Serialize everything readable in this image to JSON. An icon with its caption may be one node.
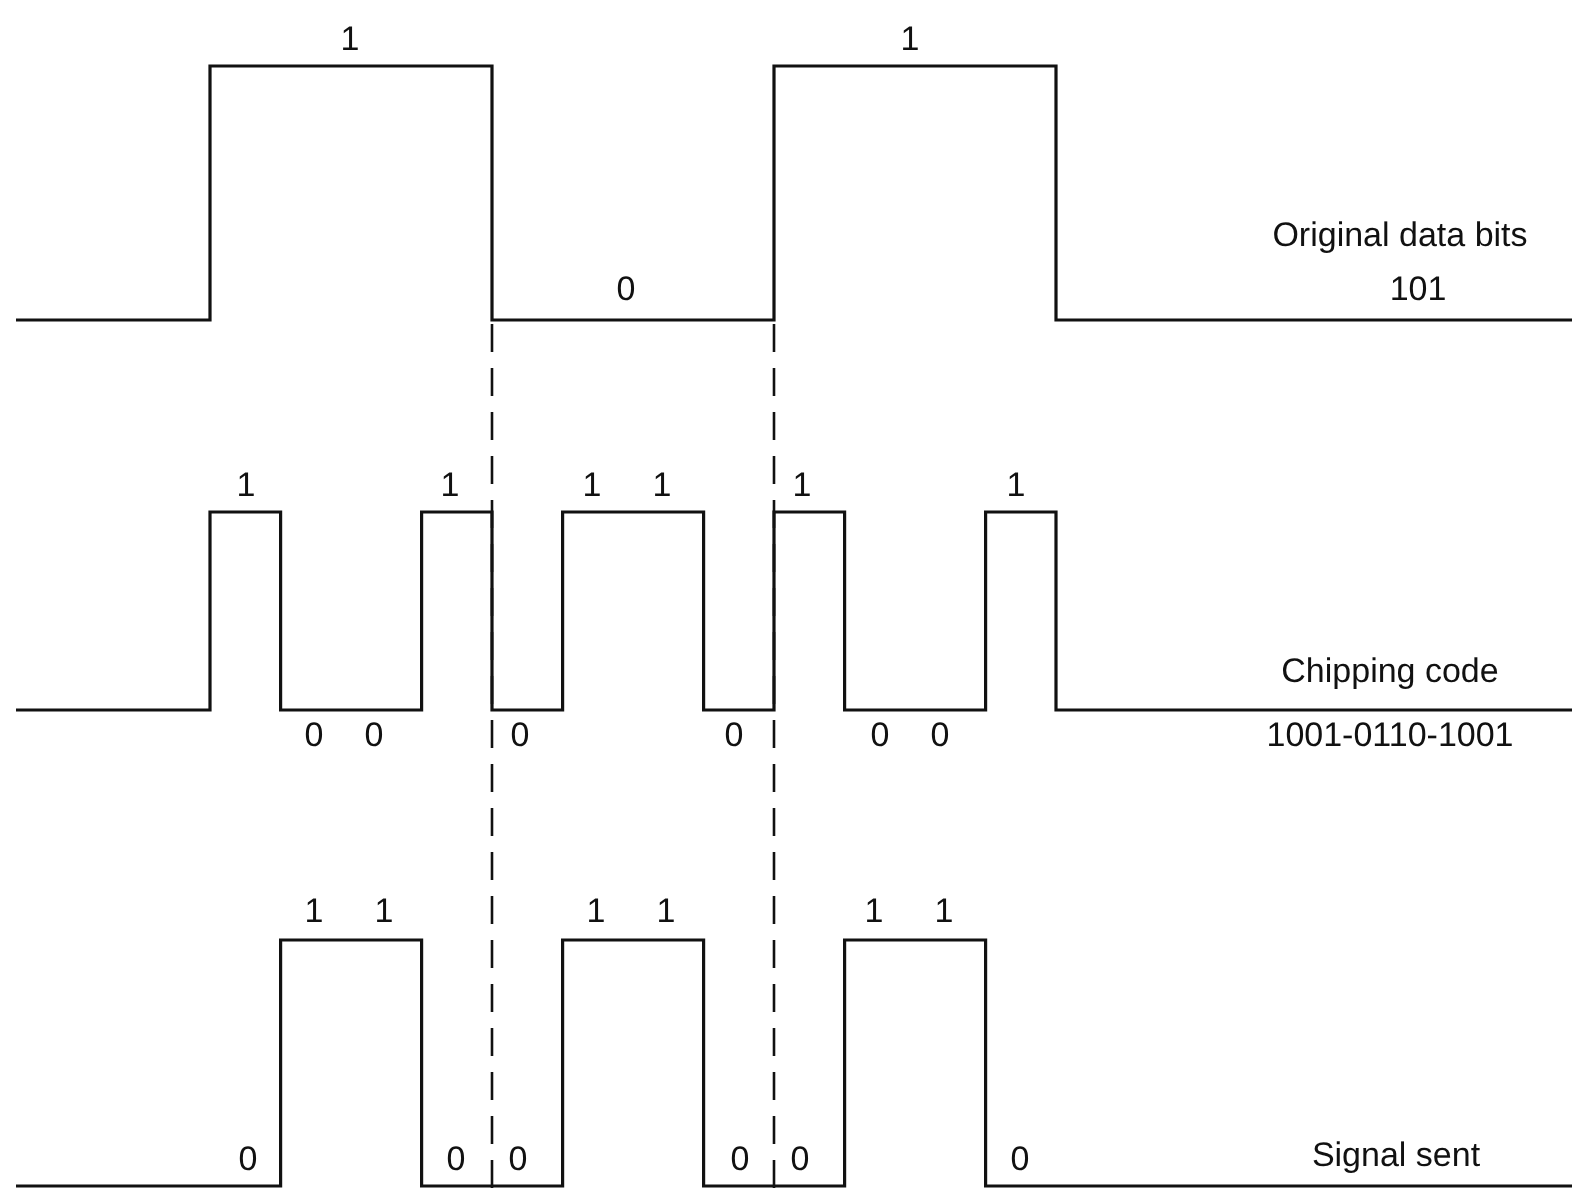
{
  "diagram": {
    "labels": [
      "1",
      "1",
      "Original data bits",
      "0",
      "101",
      "1",
      "1",
      "1",
      "1",
      "1",
      "1",
      "Chipping code",
      "0",
      "0",
      "0",
      "0",
      "0",
      "0",
      "1001-0110-1001",
      "1",
      "1",
      "1",
      "1",
      "1",
      "1",
      "0",
      "0",
      "0",
      "0",
      "0",
      "0",
      "Signal sent"
    ]
  }
}
